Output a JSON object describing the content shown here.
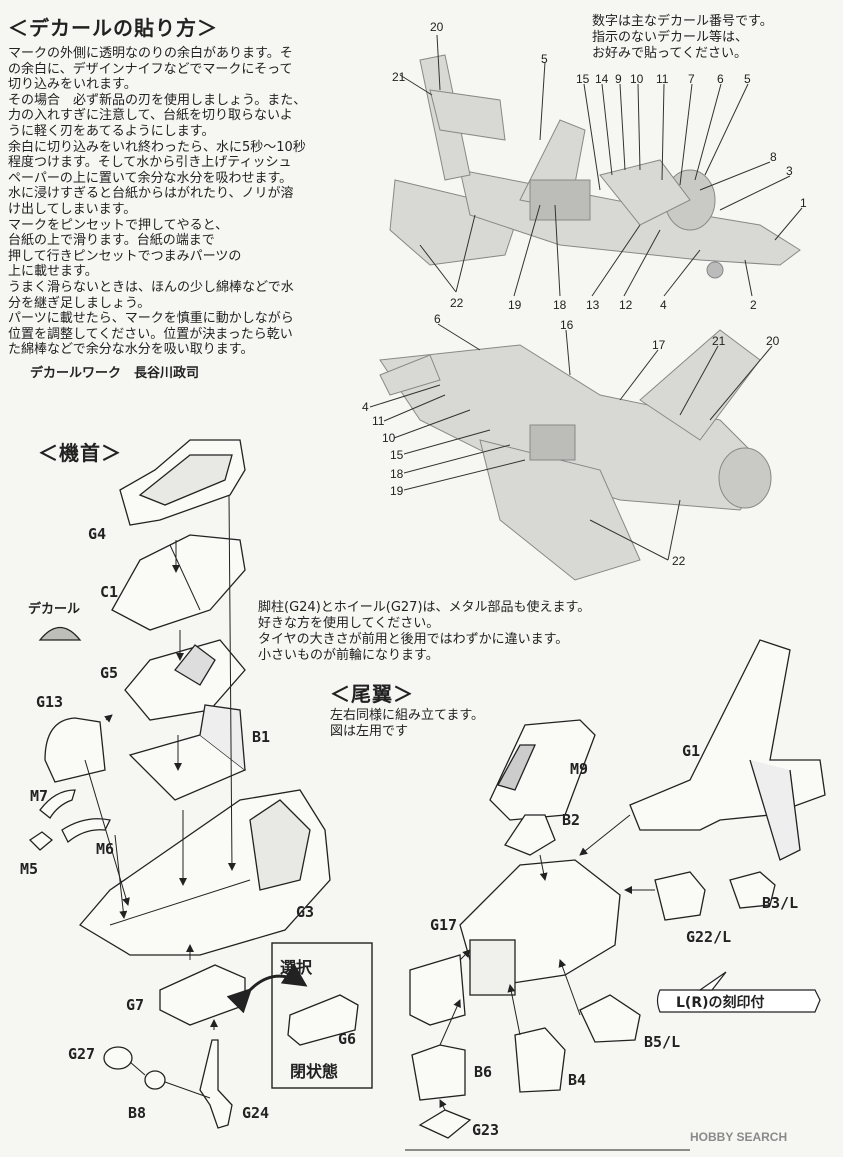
{
  "decal_howto": {
    "title": "＜デカールの貼り方＞",
    "lines": [
      "マークの外側に透明なのりの余白があります。そ",
      "の余白に、デザインナイフなどでマークにそって",
      "切り込みをいれます。",
      "その場合　必ず新品の刃を使用しましょう。また、",
      "力の入れすぎに注意して、台紙を切り取らないよ",
      "うに軽く刃をあてるようにします。",
      "余白に切り込みをいれ終わったら、水に5秒～10秒",
      "程度つけます。そして水から引き上げティッシュ",
      "ペーパーの上に置いて余分な水分を吸わせます。",
      "水に浸けすぎると台紙からはがれたり、ノリが溶",
      "け出してしまいます。",
      "マークをピンセットで押してやると、",
      "台紙の上で滑ります。台紙の端まで",
      "押して行きピンセットでつまみパーツの",
      "上に載せます。",
      "うまく滑らないときは、ほんの少し綿棒などで水",
      "分を継ぎ足しましょう。",
      "パーツに載せたら、マークを慎重に動かしながら",
      "位置を調整してください。位置が決まったら乾い",
      "た綿棒などで余分な水分を吸い取ります。"
    ],
    "credit": "デカールワーク　長谷川政司"
  },
  "decal_note": [
    "数字は主なデカール番号です。",
    "指示のないデカール等は、",
    "お好みで貼ってください。"
  ],
  "top_view_numbers": [
    "20",
    "21",
    "5",
    "15",
    "14",
    "9",
    "10",
    "11",
    "7",
    "6",
    "5",
    "8",
    "3",
    "1",
    "22",
    "19",
    "18",
    "13",
    "12",
    "4",
    "2"
  ],
  "bottom_view_numbers": [
    "6",
    "16",
    "17",
    "21",
    "20",
    "4",
    "11",
    "10",
    "15",
    "18",
    "19",
    "22"
  ],
  "nose": {
    "title": "＜機首＞",
    "decal_label": "デカール",
    "parts": [
      "G4",
      "C1",
      "G5",
      "G13",
      "B1",
      "M7",
      "M6",
      "M5",
      "G3",
      "G7",
      "G6",
      "G27",
      "B8",
      "G24"
    ],
    "select_label": "選択",
    "closed_label": "閉状態"
  },
  "gear_note": [
    "脚柱(G24)とホイール(G27)は、メタル部品も使えます。",
    "好きな方を使用してください。",
    "タイヤの大きさが前用と後用ではわずかに違います。",
    "小さいものが前輪になります。"
  ],
  "tail": {
    "title": "＜尾翼＞",
    "lines": [
      "左右同様に組み立てます。",
      "図は左用です"
    ],
    "parts": [
      "G1",
      "M9",
      "B2",
      "B3/L",
      "G17",
      "G22/L",
      "B5/L",
      "B6",
      "B4",
      "G23"
    ],
    "stamp_note": "L(R)の刻印付"
  },
  "watermark": "HOBBY SEARCH"
}
